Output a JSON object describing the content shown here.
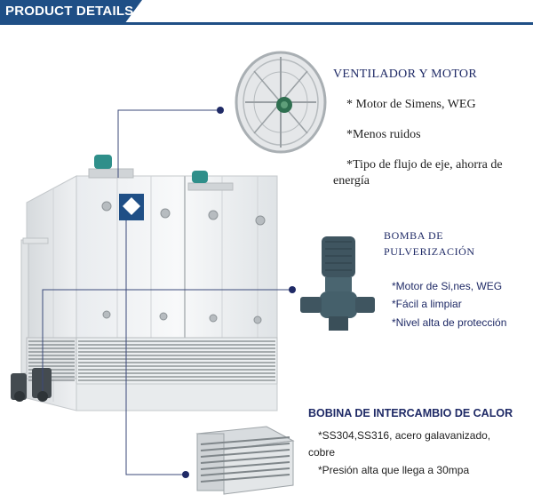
{
  "header": {
    "title": "PRODUCT DETAILS"
  },
  "fan": {
    "title": "VENTILADOR Y MOTOR",
    "features": [
      "* Motor de Simens, WEG",
      "*Menos ruidos",
      "*Tipo de flujo de eje, ahorra de",
      "energía"
    ]
  },
  "pump": {
    "title_lines": [
      "BOMBA DE",
      "PULVERIZACIÓN"
    ],
    "features": [
      "*Motor de Si,nes, WEG",
      "*Fácil a limpiar",
      "*Nivel alta de protección"
    ]
  },
  "coil": {
    "title": "BOBINA DE INTERCAMBIO DE CALOR",
    "features": [
      "*SS304,SS316, acero galavanizado,",
      "cobre",
      "*Presión alta que llega a 30mpa"
    ]
  },
  "colors": {
    "brand": "#1f4f86",
    "connector": "#1f2a66"
  }
}
